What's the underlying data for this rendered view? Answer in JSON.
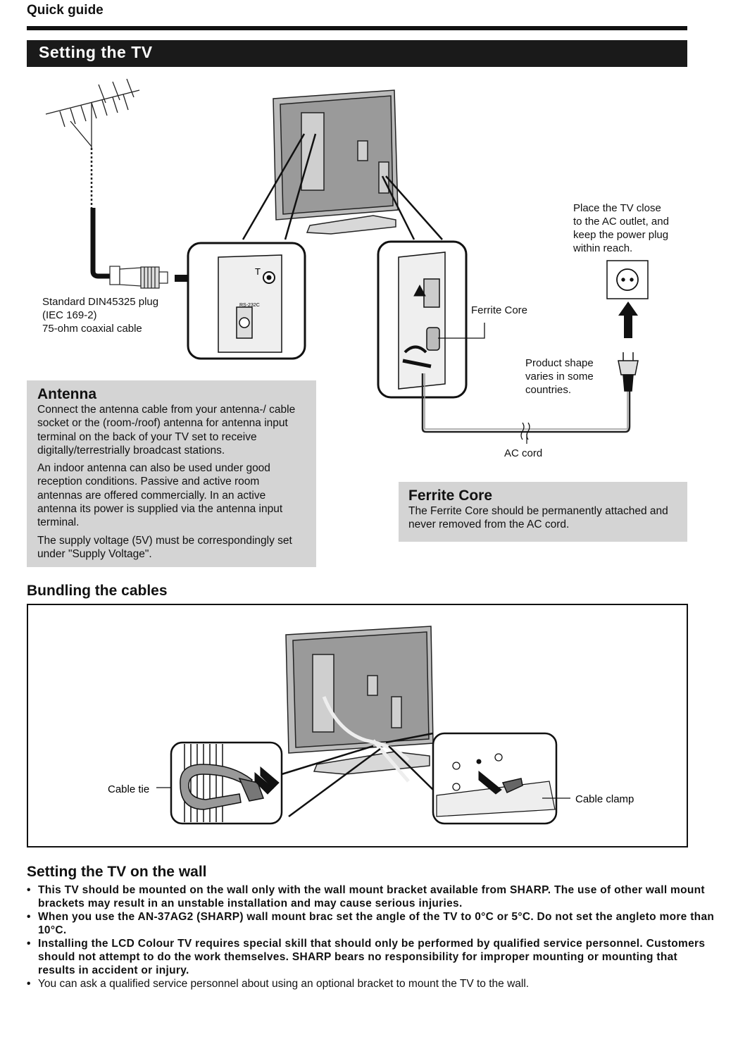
{
  "header": {
    "label": "Quick  guide"
  },
  "section": {
    "title": "Setting  the  TV"
  },
  "labels": {
    "plug": [
      "Standard DIN45325 plug",
      "(IEC 169-2)",
      "75-ohm coaxial cable"
    ],
    "outlet": [
      "Place the TV close",
      "to the AC outlet, and",
      "keep the power plug",
      "within reach."
    ],
    "ferrite_label": "Ferrite Core",
    "product_shape": [
      "Product shape",
      "varies in some",
      "countries."
    ],
    "ac_cord": "AC cord",
    "panel_t": "T",
    "panel_rs": "RS-232C"
  },
  "antenna_box": {
    "title": "Antenna",
    "paragraphs": [
      "Connect the antenna cable from your antenna-/ cable socket or the (room-/roof) antenna for antenna input terminal on the back of your TV set to receive digitally/terrestrially broadcast stations.",
      "An indoor antenna can also be used under good reception conditions. Passive and active room antennas are offered commercially. In an active antenna its power is supplied via the antenna input terminal.",
      "The supply voltage (5V) must be correspondingly set under \"Supply Voltage\"."
    ]
  },
  "ferrite_box": {
    "title": "Ferrite  Core",
    "text": "The Ferrite Core should be permanently attached and never removed from the AC cord."
  },
  "bundling": {
    "title": "Bundling  the  cables",
    "cable_tie": "Cable tie",
    "cable_clamp": "Cable clamp"
  },
  "wall": {
    "title": "Setting  the  TV  on  the  wall",
    "bullets": [
      "This TV should be mounted on the wall only with the wall mount bracket available from SHARP. The use of other wall mount brackets may result in an unstable installation and may cause serious injuries.",
      "When you use the AN-37AG2 (SHARP) wall mount brac set the angle of the TV to 0°C or 5°C. Do not set the angleto more than 10°C.",
      "Installing the LCD Colour TV requires special skill that should only be performed by qualified service personnel. Customers should not attempt to do the work themselves. SHARP bears no responsibility for improper mounting or mounting that results in accident or injury.",
      "You can ask a qualified service personnel about using an optional bracket to mount the TV to the wall."
    ]
  }
}
